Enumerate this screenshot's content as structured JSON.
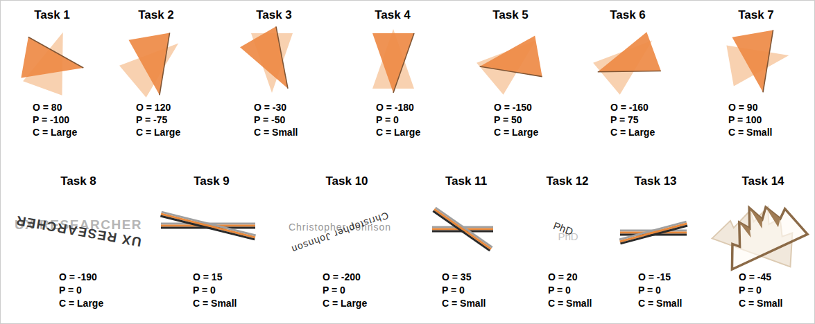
{
  "diagram": {
    "labels": [
      "Task 1",
      "O = 80",
      "P = -100",
      "C = Large",
      "Task 2",
      "O = 120",
      "P = -75",
      "C = Large",
      "Task 3",
      "O = -30",
      "P = -50",
      "C = Small",
      "Task 4",
      "O = -180",
      "P = 0",
      "C = Large",
      "Task 5",
      "O = -150",
      "P = 50",
      "C = Large",
      "Task 6",
      "O = -160",
      "P = 75",
      "C = Large",
      "Task 7",
      "O = 90",
      "P = 100",
      "C = Small",
      "Task 8",
      "UX RESEARCHER",
      "UX RESEARCHER",
      "O = -190",
      "P = 0",
      "C = Large",
      "Task 9",
      "O = 15",
      "P = 0",
      "C = Small",
      "Task 10",
      "Christopher Johnson",
      "Christopher Johnson",
      "O = -200",
      "P = 0",
      "C = Large",
      "Task 11",
      "O = 35",
      "P = 0",
      "C = Small",
      "Task 12",
      "PhD",
      "PhD",
      "O = 20",
      "P = 0",
      "C = Small",
      "Task 13",
      "O = -15",
      "P = 0",
      "C = Small",
      "Task 14",
      "O = -45",
      "P = 0",
      "C = Small"
    ]
  }
}
